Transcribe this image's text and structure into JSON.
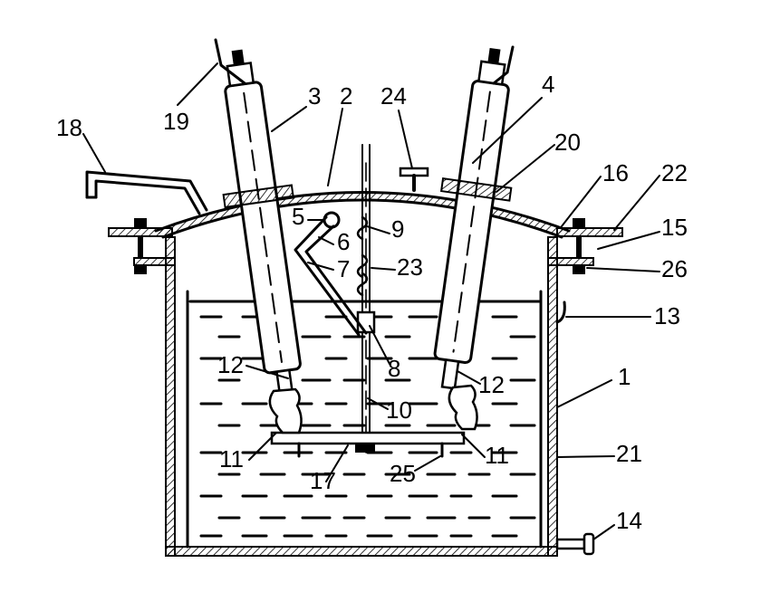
{
  "diagram": {
    "labels": [
      "1",
      "2",
      "3",
      "4",
      "5",
      "6",
      "7",
      "8",
      "9",
      "10",
      "11",
      "11",
      "12",
      "12",
      "13",
      "14",
      "15",
      "16",
      "17",
      "18",
      "19",
      "20",
      "21",
      "22",
      "23",
      "24",
      "25",
      "26"
    ]
  }
}
